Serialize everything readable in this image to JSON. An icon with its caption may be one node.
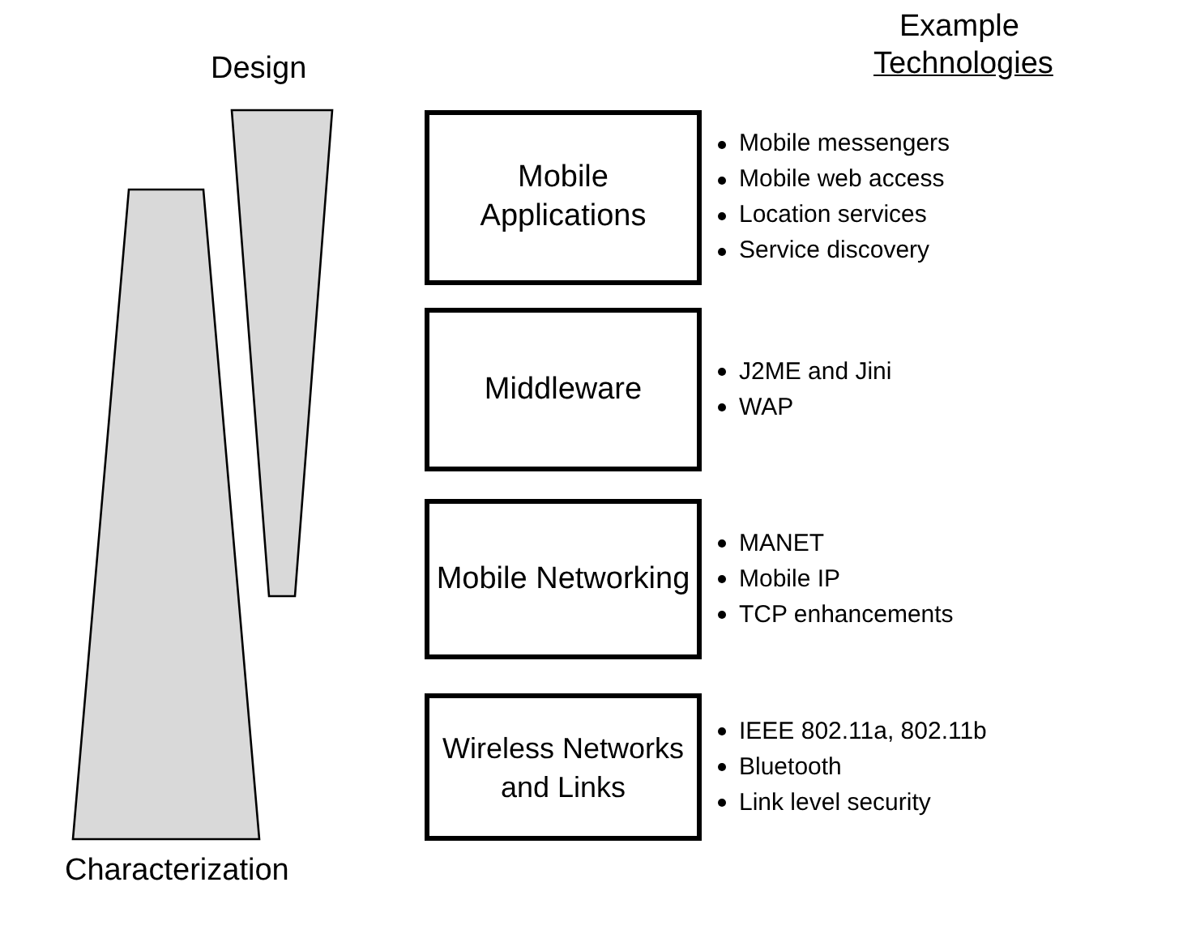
{
  "diagram": {
    "nodes": [
      {
        "text": [
          "Design"
        ]
      },
      {
        "text": [
          "Characterization"
        ]
      },
      {
        "text": [
          "Mobile Applications"
        ],
        "beside": [
          "Mobile messengers",
          "Mobile web access",
          "Location services",
          "Service discovery"
        ]
      },
      {
        "text": [
          "Middleware"
        ],
        "beside": [
          "J2ME and Jini",
          "WAP"
        ]
      },
      {
        "text": [
          "Mobile Networking"
        ],
        "beside": [
          "MANET",
          "Mobile IP",
          "TCP enhancements"
        ]
      },
      {
        "text": [
          "Wireless Networks and Links"
        ],
        "beside": [
          "IEEE 802.11a, 802.11b",
          "Bluetooth",
          "Link level security"
        ]
      }
    ],
    "edges": [],
    "labels": [
      "Example",
      "Technologies"
    ]
  }
}
